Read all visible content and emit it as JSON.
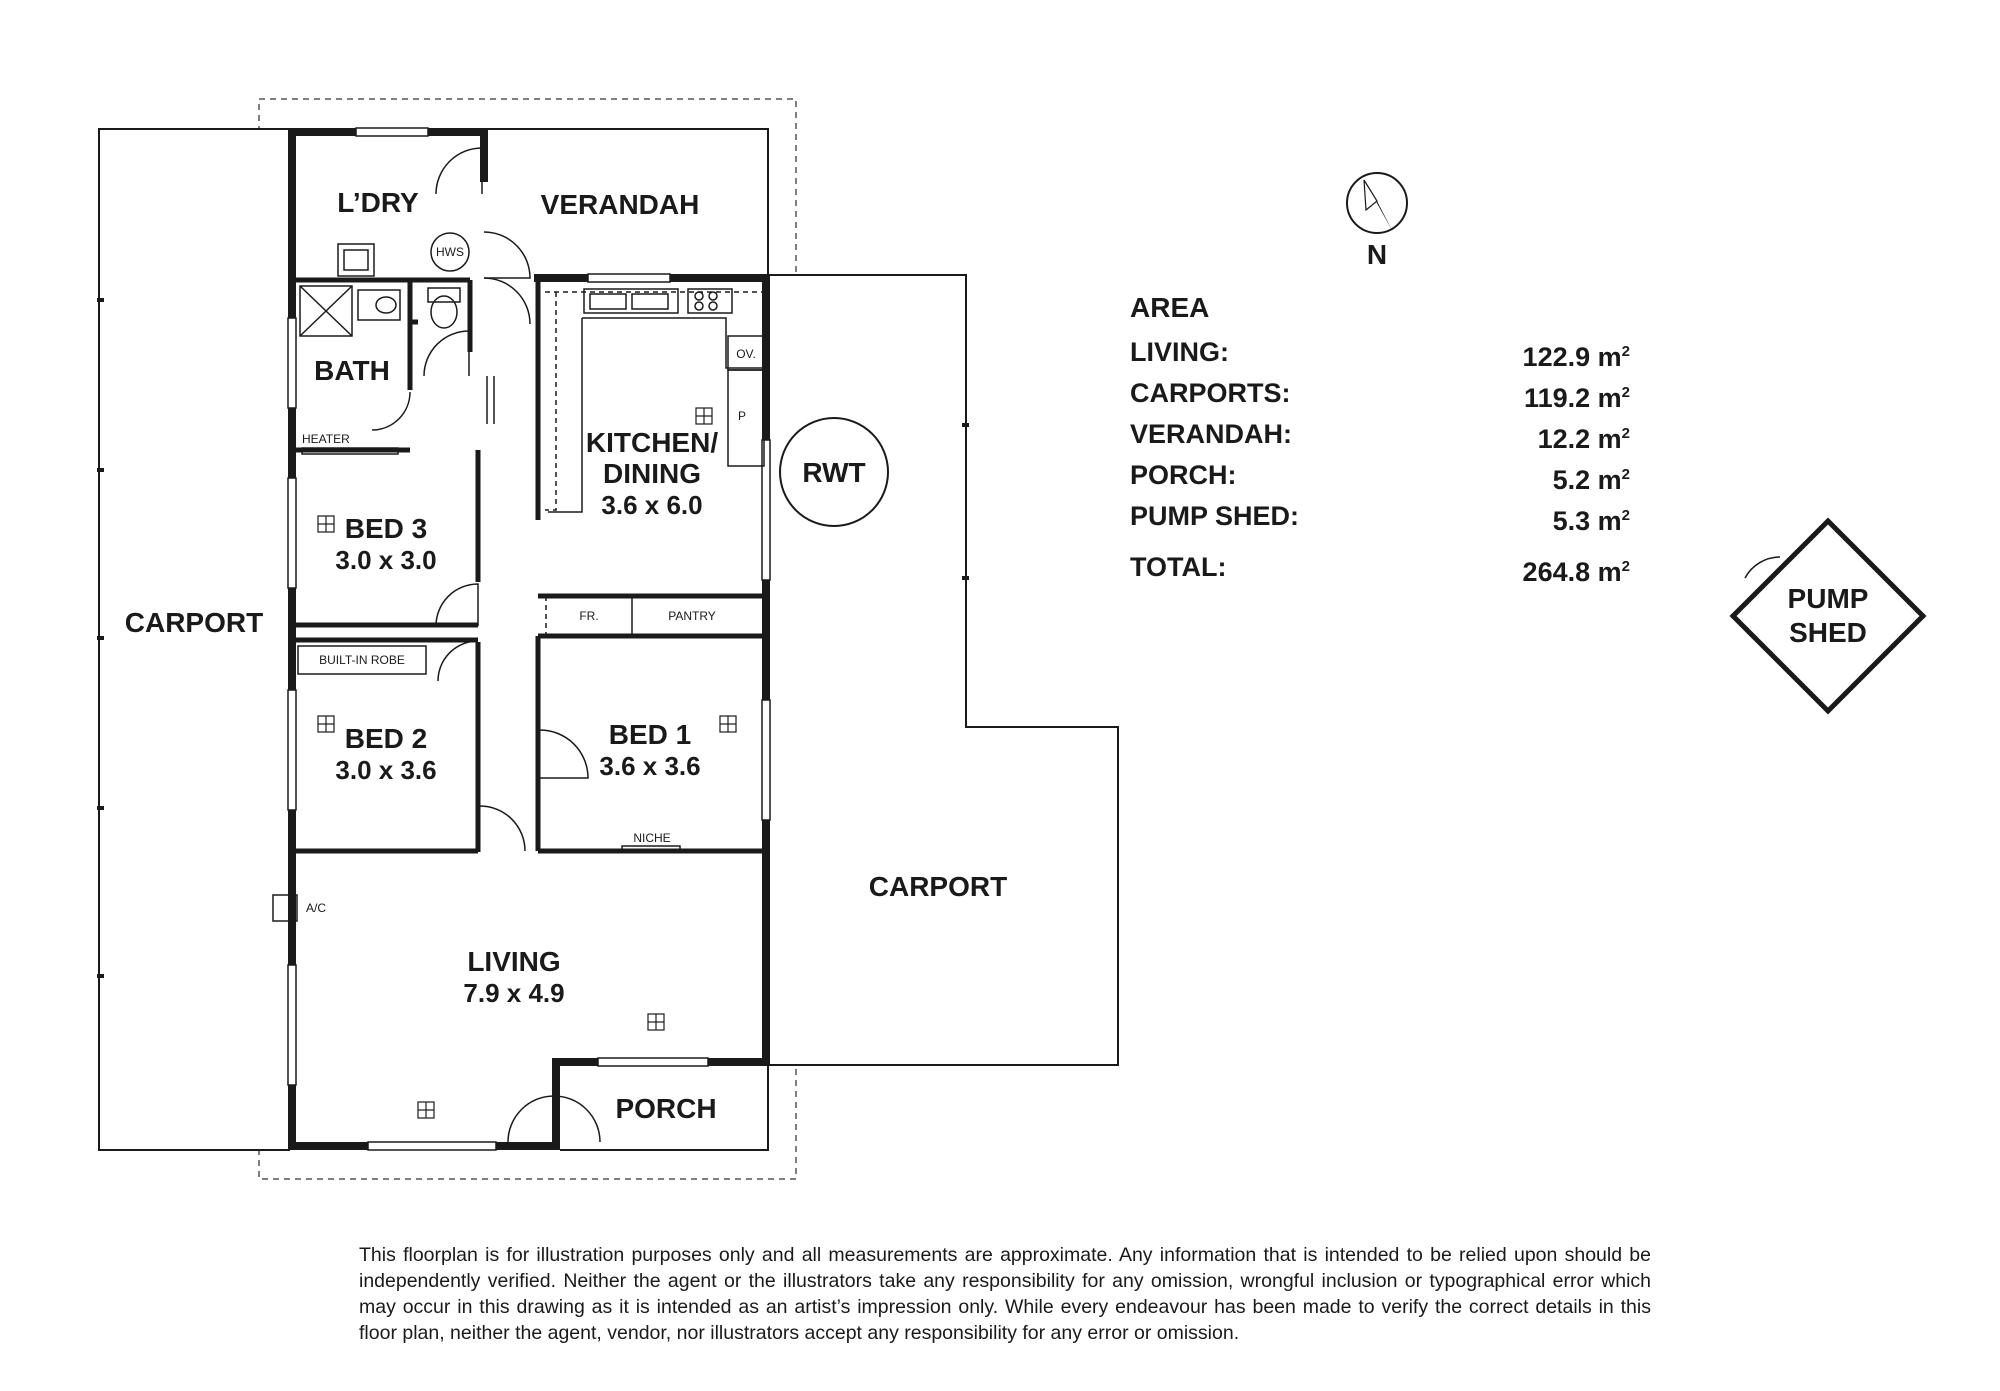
{
  "rooms": {
    "carport_left": "CARPORT",
    "laundry": "L’DRY",
    "verandah": "VERANDAH",
    "hws": "HWS",
    "bath": "BATH",
    "heater": "HEATER",
    "kitchen_line1": "KITCHEN/",
    "kitchen_line2": "DINING",
    "kitchen_dims": "3.6 x 6.0",
    "oven": "OV.",
    "pantry_short": "P",
    "rwt": "RWT",
    "bed3": "BED 3",
    "bed3_dims": "3.0 x 3.0",
    "fridge": "FR.",
    "pantry": "PANTRY",
    "built_in_robe": "BUILT-IN ROBE",
    "bed2": "BED 2",
    "bed2_dims": "3.0 x 3.6",
    "bed1": "BED 1",
    "bed1_dims": "3.6 x 3.6",
    "niche": "NICHE",
    "ac": "A/C",
    "living": "LIVING",
    "living_dims": "7.9 x 4.9",
    "porch": "PORCH",
    "carport_right": "CARPORT",
    "pump_shed_line1": "PUMP",
    "pump_shed_line2": "SHED"
  },
  "compass": {
    "label": "N",
    "icon": "north-arrow-icon"
  },
  "area": {
    "title": "AREA",
    "unit": "m",
    "unit_power": "2",
    "rows": [
      {
        "label": "LIVING:",
        "value": "122.9"
      },
      {
        "label": "CARPORTS:",
        "value": "119.2"
      },
      {
        "label": "VERANDAH:",
        "value": "12.2"
      },
      {
        "label": "PORCH:",
        "value": "5.2"
      },
      {
        "label": "PUMP SHED:",
        "value": "5.3"
      }
    ],
    "total": {
      "label": "TOTAL:",
      "value": "264.8"
    }
  },
  "disclaimer": "This floorplan is for illustration purposes only and all measurements are approximate. Any information that is intended to be relied upon should be independently verified. Neither the agent or the illustrators take any responsibility for any omission, wrongful inclusion or typographical error which may occur in this drawing as it is intended as an artist’s impression only. While every endeavour has been made to verify the correct details in this floor plan, neither the agent, vendor, nor illustrators accept any responsibility for any error or omission.",
  "colors": {
    "ink": "#1a1a1a",
    "background": "#ffffff"
  }
}
